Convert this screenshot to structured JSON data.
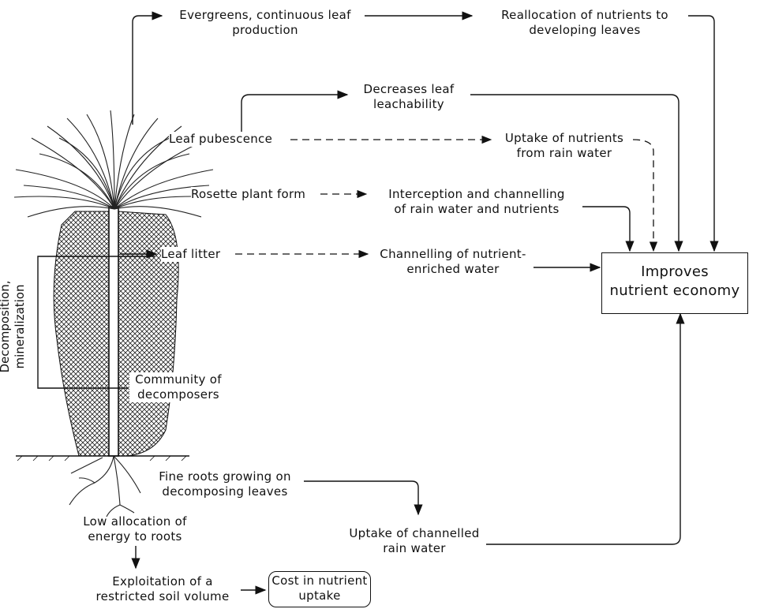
{
  "nodes": {
    "evergreens": [
      "Evergreens, continuous leaf",
      "production"
    ],
    "reallocation": [
      "Reallocation of nutrients to",
      "developing  leaves"
    ],
    "decreases": [
      "Decreases  leaf",
      "leachability"
    ],
    "pubescence": "Leaf  pubescence",
    "uptake_rain": [
      "Uptake of nutrients",
      "from rain water"
    ],
    "rosette": "Rosette  plant form",
    "interception": [
      "Interception  and  channelling",
      "of rain water and nutrients"
    ],
    "litter": "Leaf litter",
    "channelling": [
      "Channelling  of nutrient-",
      "enriched water"
    ],
    "improves": [
      "Improves",
      "nutrient  economy"
    ],
    "decomposition": [
      "Decomposition,",
      "mineralization"
    ],
    "community": [
      "Community  of",
      "decomposers"
    ],
    "fine_roots": [
      "Fine roots growing on",
      "decomposing leaves"
    ],
    "uptake_channelled": [
      "Uptake  of channelled",
      "rain  water"
    ],
    "low_alloc": [
      "Low allocation  of",
      "energy  to roots"
    ],
    "exploitation": [
      "Exploitation  of a",
      "restricted soil volume"
    ],
    "cost": [
      "Cost in nutrient",
      "uptake"
    ]
  },
  "colors": {
    "ink": "#111111",
    "background": "#ffffff"
  }
}
